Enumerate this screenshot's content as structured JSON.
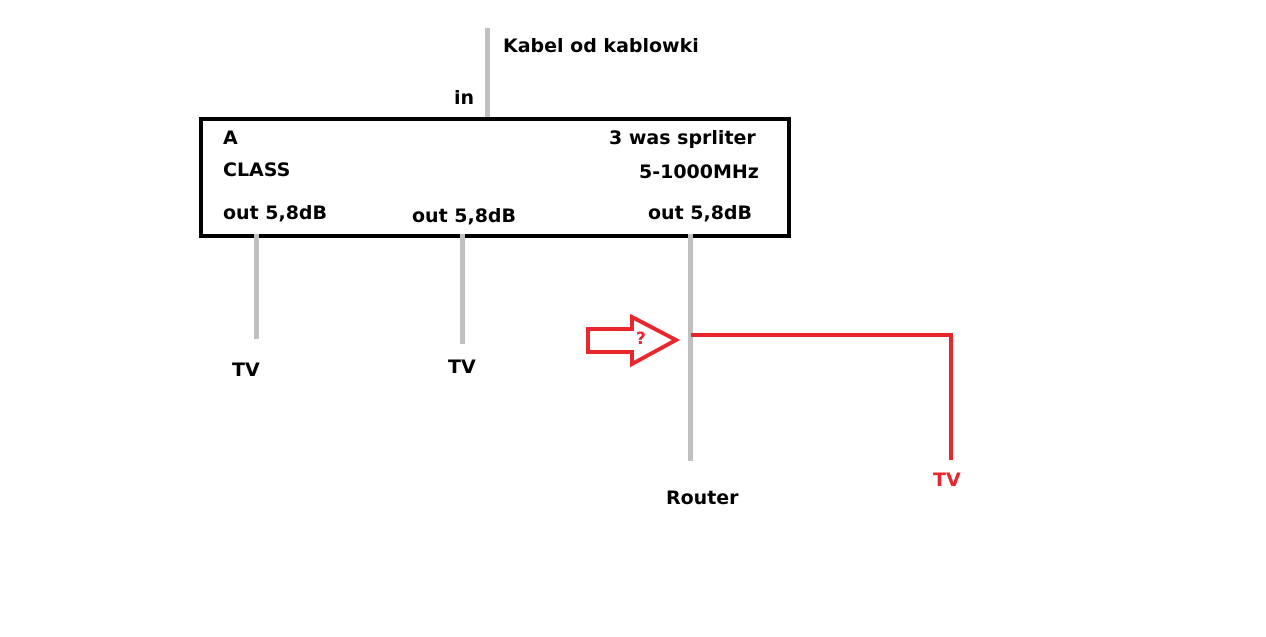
{
  "diagram": {
    "input_cable_label": "Kabel od kablowki",
    "input_port_label": "in",
    "splitter": {
      "class_line1": "A",
      "class_line2": "CLASS",
      "type_label": "3 was sprliter",
      "frequency_label": "5-1000MHz",
      "outputs": [
        {
          "label": "out 5,8dB",
          "destination": "TV"
        },
        {
          "label": "out 5,8dB",
          "destination": "TV"
        },
        {
          "label": "out 5,8dB",
          "destination": "Router"
        }
      ]
    },
    "annotation": {
      "question_mark": "?",
      "branch_destination": "TV"
    }
  },
  "colors": {
    "wire": "#c0c0c0",
    "box_border": "#000000",
    "text": "#000000",
    "annotation": "#e8262b"
  }
}
